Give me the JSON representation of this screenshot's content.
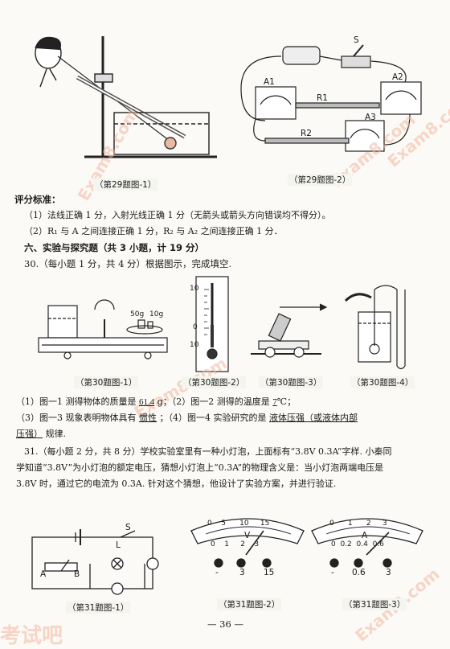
{
  "figures": {
    "q29_1": "（第29题图-1）",
    "q29_2": "（第29题图-2）",
    "q30_1": "（第30题图-1）",
    "q30_2": "（第30题图-2）",
    "q30_3": "（第30题图-3）",
    "q30_4": "（第30题图-4）",
    "q31_1": "（第31题图-1）",
    "q31_2": "（第31题图-2）",
    "q31_3": "（第31题图-3）"
  },
  "diagram_labels": {
    "r1": "R1",
    "r2": "R2",
    "a1": "A1",
    "a2": "A2",
    "a3": "A3",
    "s": "S",
    "mass1": "50g",
    "mass2": "10g",
    "l": "L",
    "A": "A",
    "B": "B",
    "v_unit": "V",
    "a_unit": "A",
    "v_scale_top": [
      "0",
      "5",
      "10",
      "15"
    ],
    "v_scale_bottom": [
      "0",
      "1",
      "2",
      "3"
    ],
    "a_scale_top": [
      "0",
      "1",
      "2",
      "3"
    ],
    "a_scale_bottom": [
      "0",
      "0.2",
      "0.4",
      "0.6"
    ],
    "v_terminals": [
      "-",
      "3",
      "15"
    ],
    "a_terminals": [
      "-",
      "0.6",
      "3"
    ],
    "thermo_ticks": [
      "10",
      "0",
      "10"
    ]
  },
  "scoring": {
    "heading": "评分标准：",
    "line1": "（1）法线正确 1 分，入射光线正确 1 分（无箭头或箭头方向错误均不得分）。",
    "line2": "（2）R₁ 与 A 之间连接正确 1 分，R₂ 与 A₂ 之间连接正确 1 分．"
  },
  "section": "六、实验与探究题（共 3 小题，计 19 分）",
  "q30": {
    "intro": "30.（每小题 1 分，共 4 分）根据图示，完成填空.",
    "l1_a": "（1）图一1 测得物体的质量是",
    "l1_ans1": "61.4",
    "l1_b": "g；（2）图一2 测得的温度是",
    "l1_ans2": "7",
    "l1_c": "℃；",
    "l2_a": "（3）图一3 现象表明物体具有",
    "l2_ans1": "惯性",
    "l2_b": "；（4）图一4 实验研究的是",
    "l2_ans2": "液体压强（或液体内部",
    "l3_ans": "压强）",
    "l3_b": "规律."
  },
  "q31": {
    "l1": "31.（每小题 2 分，共 8 分）学校实验室里有一种小灯泡，上面标有“3.8V 0.3A”字样. 小秦同",
    "l2": "学知道“3.8V”为小灯泡的额定电压，猜想小灯泡上“0.3A”的物理含义是：当小灯泡两端电压是",
    "l3": "3.8V 时，通过它的电流为 0.3A. 针对这个猜想，他设计了实验方案，并进行验证."
  },
  "page_number": "— 36 —",
  "watermarks": [
    "Exam8.com",
    "考试吧"
  ]
}
